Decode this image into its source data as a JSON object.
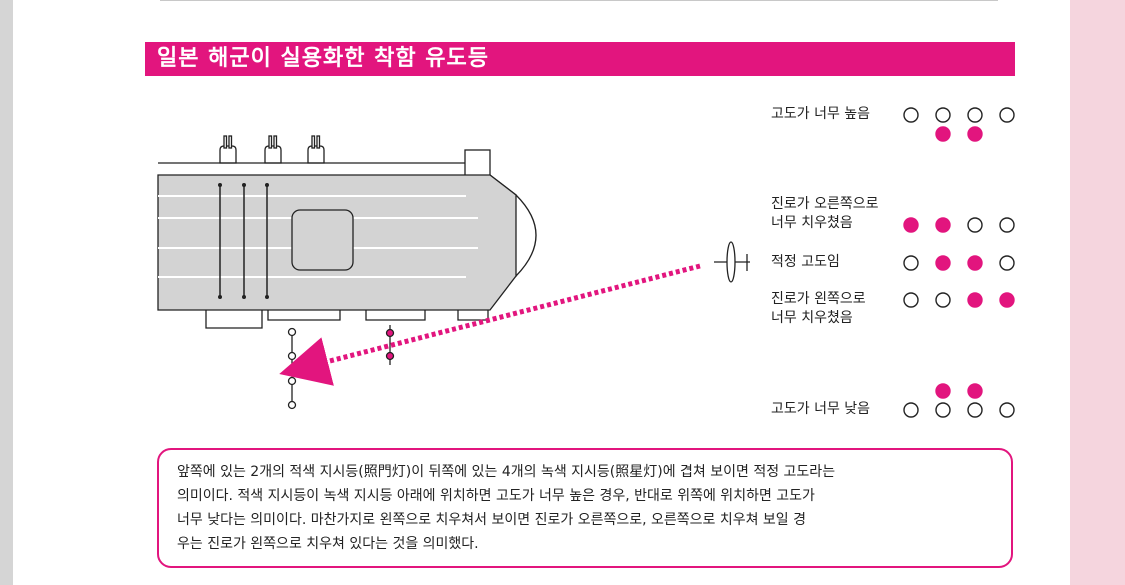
{
  "title": "일본 해군이 실용화한 착함 유도등",
  "colors": {
    "accent": "#e2157e",
    "deck": "#d3d3d3"
  },
  "indicator_states": [
    {
      "label_lines": [
        "고도가 너무 높음"
      ],
      "top": [
        "off",
        "off",
        "off",
        "off"
      ],
      "extra_row": [
        "on",
        "on"
      ],
      "extra_row_position": "below"
    },
    {
      "label_lines": [
        "진로가 오른쪽으로",
        "너무 치우쳤음"
      ],
      "top": [
        "on",
        "on",
        "off",
        "off"
      ]
    },
    {
      "label_lines": [
        "적정 고도임"
      ],
      "top": [
        "off",
        "on",
        "on",
        "off"
      ]
    },
    {
      "label_lines": [
        "진로가 왼쪽으로",
        "너무 치우쳤음"
      ],
      "top": [
        "off",
        "off",
        "on",
        "on"
      ]
    },
    {
      "label_lines": [
        "고도가 너무 낮음"
      ],
      "top": [
        "off",
        "off",
        "off",
        "off"
      ],
      "extra_row": [
        "on",
        "on"
      ],
      "extra_row_position": "above"
    }
  ],
  "caption_lines": [
    "앞쪽에 있는 2개의 적색 지시등(照門灯)이 뒤쪽에 있는 4개의 녹색 지시등(照星灯)에 겹쳐 보이면 적정 고도라는",
    "의미이다. 적색 지시등이 녹색 지시등 아래에 위치하면 고도가 너무 높은 경우, 반대로 위쪽에 위치하면 고도가",
    "너무 낮다는 의미이다. 마찬가지로 왼쪽으로 치우쳐서 보이면 진로가 오른쪽으로, 오른쪽으로 치우쳐 보일 경",
    "우는 진로가 왼쪽으로 치우쳐 있다는 것을 의미했다."
  ]
}
